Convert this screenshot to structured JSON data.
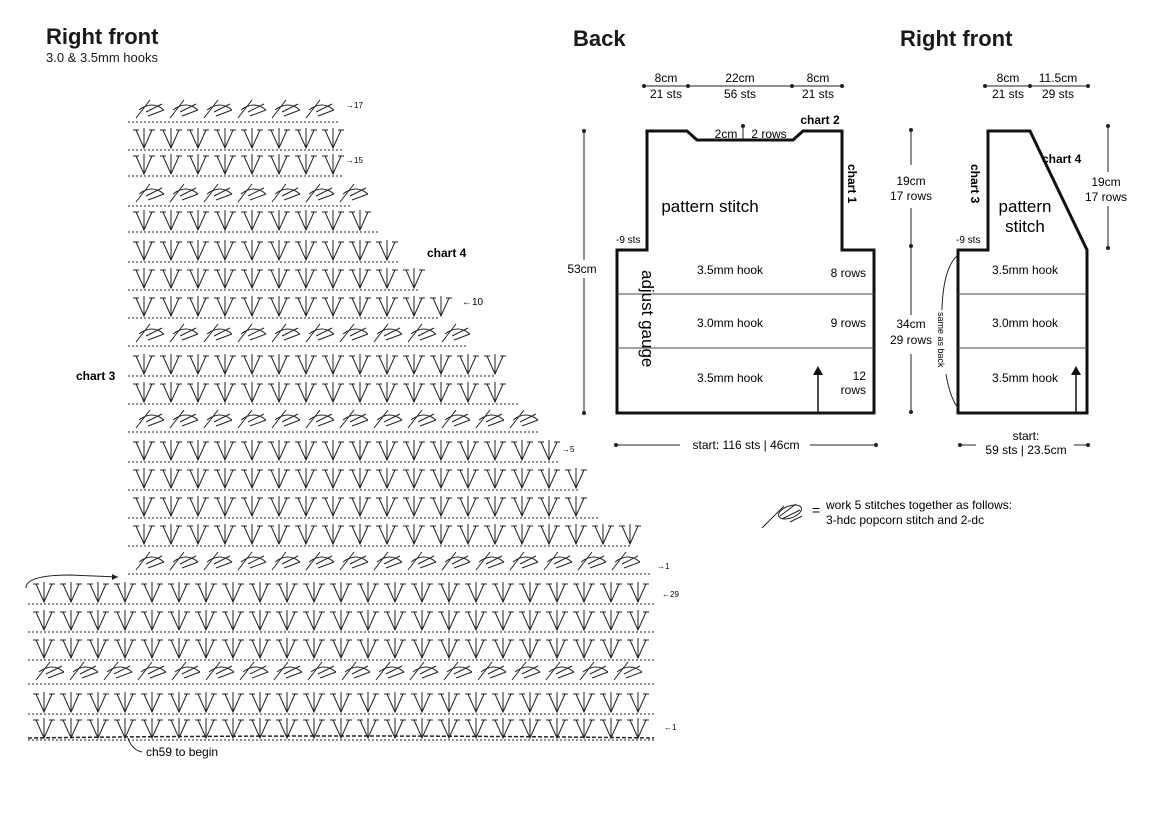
{
  "left_chart": {
    "title": "Right front",
    "subtitle": "3.0 & 3.5mm hooks",
    "chart3_label": "chart 3",
    "chart4_label": "chart 4",
    "foundation_label": "ch59 to begin",
    "row_markers": [
      "→17",
      "→15",
      "←10",
      "→5",
      "→1",
      "←29",
      "←1"
    ]
  },
  "back": {
    "title": "Back",
    "top_dims": [
      {
        "cm": "8cm",
        "sts": "21 sts"
      },
      {
        "cm": "22cm",
        "sts": "56 sts"
      },
      {
        "cm": "8cm",
        "sts": "21 sts"
      }
    ],
    "neck_label": "2cm",
    "neck_rows": "2 rows",
    "chart2": "chart 2",
    "chart1": "chart 1",
    "pattern": "pattern stitch",
    "decrease": "-9 sts",
    "height": "53cm",
    "side_label": "adjust gauge",
    "bands": [
      {
        "hook": "3.5mm hook",
        "rows": "8 rows"
      },
      {
        "hook": "3.0mm hook",
        "rows": "9 rows"
      },
      {
        "hook": "3.5mm hook",
        "rows": "12 rows"
      }
    ],
    "start": "start: 116 sts | 46cm"
  },
  "middle_dims": {
    "upper_cm": "19cm",
    "upper_rows": "17 rows",
    "lower_cm": "34cm",
    "lower_rows": "29 rows"
  },
  "right_front": {
    "title": "Right front",
    "top_dims": [
      {
        "cm": "8cm",
        "sts": "21 sts"
      },
      {
        "cm": "11.5cm",
        "sts": "29 sts"
      }
    ],
    "chart3": "chart 3",
    "chart4": "chart 4",
    "pattern_line1": "pattern",
    "pattern_line2": "stitch",
    "decrease": "-9 sts",
    "upper_cm": "19cm",
    "upper_rows": "17 rows",
    "side_note": "same as back",
    "bands": [
      "3.5mm hook",
      "3.0mm hook",
      "3.5mm hook"
    ],
    "start_line1": "start:",
    "start_line2": "59 sts | 23.5cm"
  },
  "legend": {
    "equals": "=",
    "line1": "work 5 stitches together as follows:",
    "line2": "3-hdc popcorn stitch and 2-dc"
  }
}
